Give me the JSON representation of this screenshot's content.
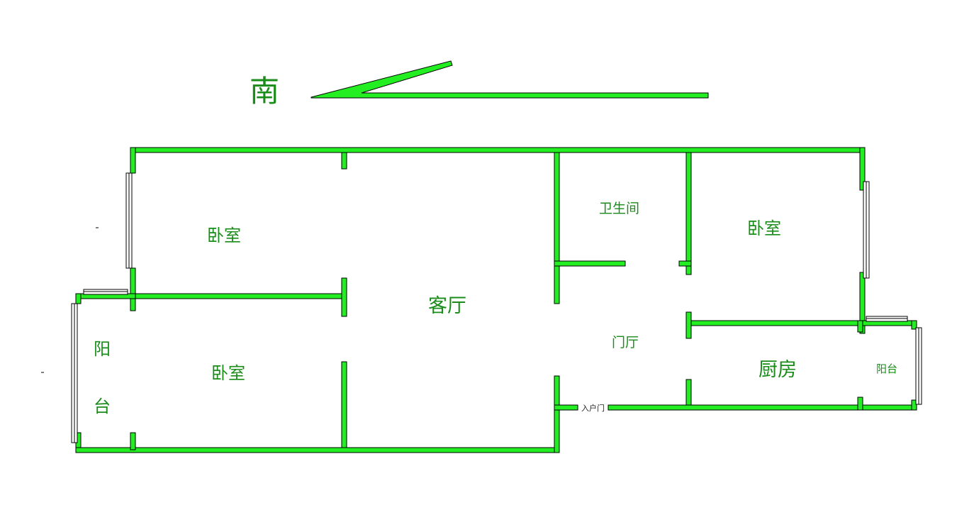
{
  "compass": {
    "label": "南"
  },
  "rooms": {
    "bedroom_top_left": "卧室",
    "bedroom_bottom_left": "卧室",
    "bedroom_right": "卧室",
    "living_room": "客厅",
    "bathroom": "卫生间",
    "foyer": "门厅",
    "kitchen": "厨房",
    "balcony_left_1": "阳",
    "balcony_left_2": "台",
    "balcony_right": "阳台",
    "entrance": "入户门"
  },
  "colors": {
    "wall": "#22ee22",
    "outline": "#000000",
    "text": "#1a8c1a"
  }
}
